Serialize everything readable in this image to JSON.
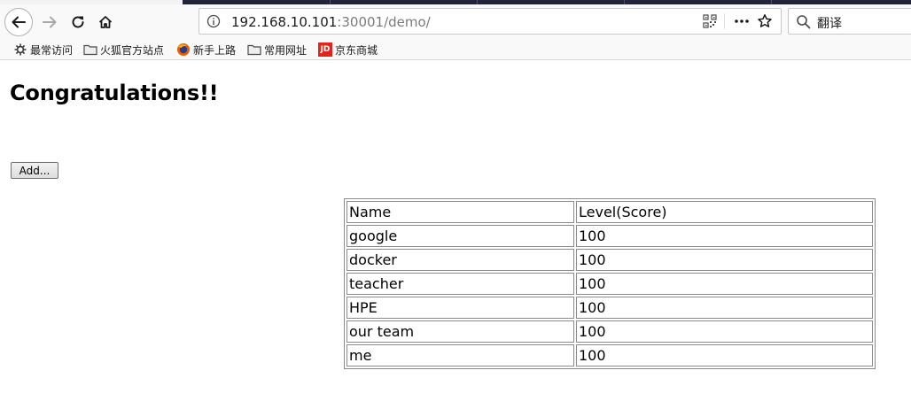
{
  "browser": {
    "url_host": "192.168.10.101",
    "url_port_path": ":30001/demo/",
    "search_text": "翻译",
    "bookmarks": [
      {
        "label": "最常访问",
        "icon": "gear-icon"
      },
      {
        "label": "火狐官方站点",
        "icon": "folder-icon"
      },
      {
        "label": "新手上路",
        "icon": "firefox-icon"
      },
      {
        "label": "常用网址",
        "icon": "folder-icon"
      },
      {
        "label": "京东商城",
        "icon": "jd-icon",
        "icon_text": "JD"
      }
    ]
  },
  "page": {
    "title": "Congratulations!!",
    "add_button": "Add...",
    "table": {
      "header": [
        "Name",
        "Level(Score)"
      ],
      "rows": [
        [
          "google",
          "100"
        ],
        [
          "docker",
          "100"
        ],
        [
          "teacher",
          "100"
        ],
        [
          "HPE",
          "100"
        ],
        [
          "our team",
          "100"
        ],
        [
          "me",
          "100"
        ]
      ]
    }
  },
  "colors": {
    "toolbar_bg": "#f9f9fa",
    "tab_dark": "#20233a",
    "jd_red": "#e1251b"
  }
}
